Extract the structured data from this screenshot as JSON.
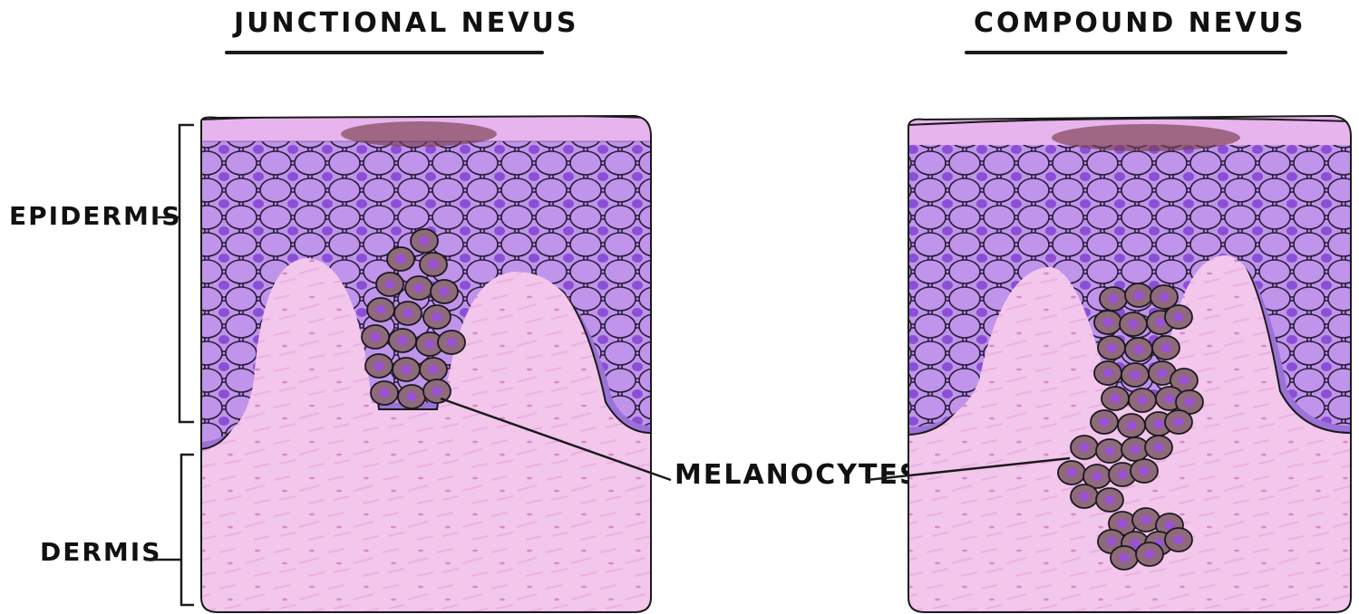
{
  "titles": {
    "left": "JUNCTIONAL NEVUS",
    "right": "COMPOUND NEVUS"
  },
  "labels": {
    "epidermis": "EPIDERMIS",
    "dermis": "DERMIS",
    "melanocytes": "MELANOCYTES"
  },
  "colors": {
    "dermis": "#f3c6ec",
    "epidermis_cells": "#b98be8",
    "cell_nucleus": "#8b4fd6",
    "basal_layer": "#9a72d8",
    "melanocyte_cells": "#8e6a7a",
    "melanocyte_nucleus": "#9b52d8",
    "surface_pigment": "#7a3d4d",
    "outline": "#1a1a1a"
  }
}
